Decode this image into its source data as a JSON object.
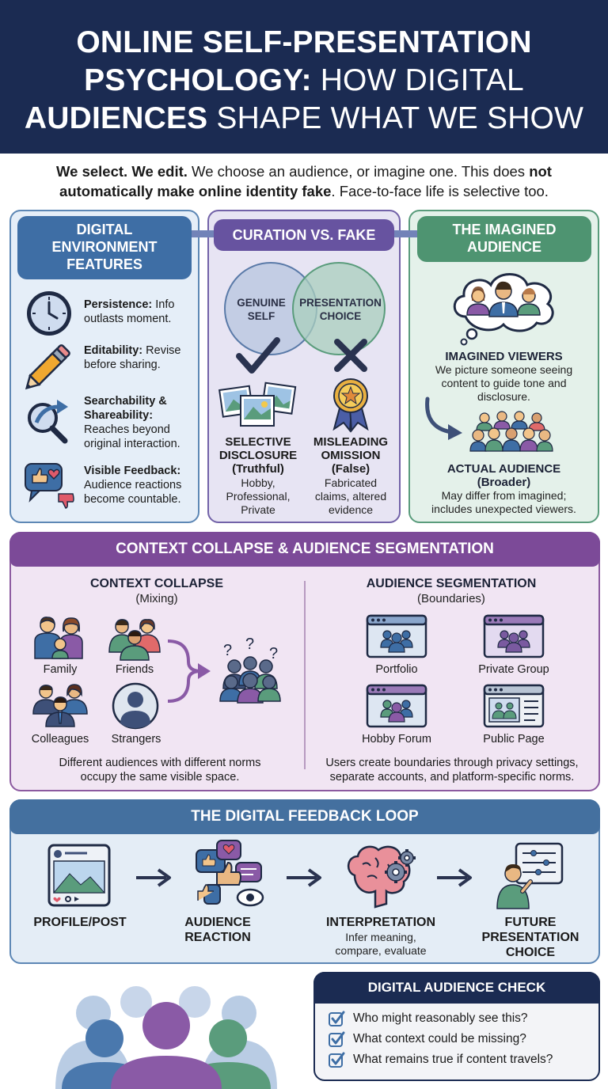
{
  "header": {
    "title_bold_1": "ONLINE SELF-PRESENTATION",
    "title_bold_2": "PSYCHOLOGY:",
    "title_light_2": " HOW DIGITAL",
    "title_bold_3": "AUDIENCES",
    "title_light_3": " SHAPE WHAT WE SHOW"
  },
  "intro": {
    "p1_bold": "We select. We edit.",
    "p1_text": " We choose an audience, or imagine one. This does ",
    "p1_bold2": "not automatically make online identity fake",
    "p1_text2": ". Face-to-face life is selective too."
  },
  "digital_environment": {
    "title_1": "DIGITAL",
    "title_2": "ENVIRONMENT",
    "title_3": "FEATURES",
    "items": [
      {
        "term": "Persistence:",
        "desc": " Info outlasts moment.",
        "icon": "clock-icon"
      },
      {
        "term": "Editability:",
        "desc": " Revise before sharing.",
        "icon": "pencil-icon"
      },
      {
        "term": "Searchability & Shareability:",
        "desc": " Reaches beyond original interaction.",
        "icon": "magnifier-share-icon"
      },
      {
        "term": "Visible Feedback:",
        "desc": " Audience reactions become countable.",
        "icon": "reactions-icon"
      }
    ]
  },
  "curation": {
    "title": "CURATION VS. FAKE",
    "venn_left_1": "GENUINE",
    "venn_left_2": "SELF",
    "venn_right_1": "PRESENTATION",
    "venn_right_2": "CHOICE",
    "left_title_1": "SELECTIVE",
    "left_title_2": "DISCLOSURE",
    "left_tag": "(Truthful)",
    "left_desc_1": "Hobby,",
    "left_desc_2": "Professional,",
    "left_desc_3": "Private",
    "right_title_1": "MISLEADING",
    "right_title_2": "OMISSION",
    "right_tag": "(False)",
    "right_desc_1": "Fabricated",
    "right_desc_2": "claims, altered",
    "right_desc_3": "evidence"
  },
  "imagined_audience": {
    "title_1": "THE IMAGINED",
    "title_2": "AUDIENCE",
    "imagined_title": "IMAGINED VIEWERS",
    "imagined_desc_1": "We picture someone seeing",
    "imagined_desc_2": "content to guide tone and",
    "imagined_desc_3": "disclosure.",
    "actual_title": "ACTUAL AUDIENCE",
    "actual_tag": "(Broader)",
    "actual_desc_1": "May differ from imagined;",
    "actual_desc_2": "includes unexpected viewers."
  },
  "context": {
    "banner": "CONTEXT COLLAPSE & AUDIENCE SEGMENTATION",
    "collapse_title": "CONTEXT COLLAPSE",
    "collapse_sub": "(Mixing)",
    "groups": [
      "Family",
      "Friends",
      "Colleagues",
      "Strangers"
    ],
    "collapse_caption_1": "Different audiences with different norms",
    "collapse_caption_2": "occupy the same visible space.",
    "segmentation_title": "AUDIENCE SEGMENTATION",
    "segmentation_sub": "(Boundaries)",
    "segments": [
      "Portfolio",
      "Private Group",
      "Hobby Forum",
      "Public Page"
    ],
    "seg_caption_1": "Users create boundaries through privacy settings,",
    "seg_caption_2": "separate accounts, and platform-specific norms."
  },
  "feedback_loop": {
    "banner": "THE DIGITAL FEEDBACK LOOP",
    "step1": "PROFILE/POST",
    "step2_1": "AUDIENCE",
    "step2_2": "REACTION",
    "step3": "INTERPRETATION",
    "step3_desc_1": "Infer meaning,",
    "step3_desc_2": "compare, evaluate",
    "step4_1": "FUTURE",
    "step4_2": "PRESENTATION",
    "step4_3": "CHOICE"
  },
  "check": {
    "title": "DIGITAL AUDIENCE CHECK",
    "items": [
      "Who might reasonably see this?",
      "What context could be missing?",
      "What remains true if content travels?"
    ]
  },
  "colors": {
    "navy": "#1b2b52",
    "blue": "#3e6ea5",
    "purple": "#6753a0",
    "green": "#4e9471",
    "magenta": "#7c4a98"
  }
}
